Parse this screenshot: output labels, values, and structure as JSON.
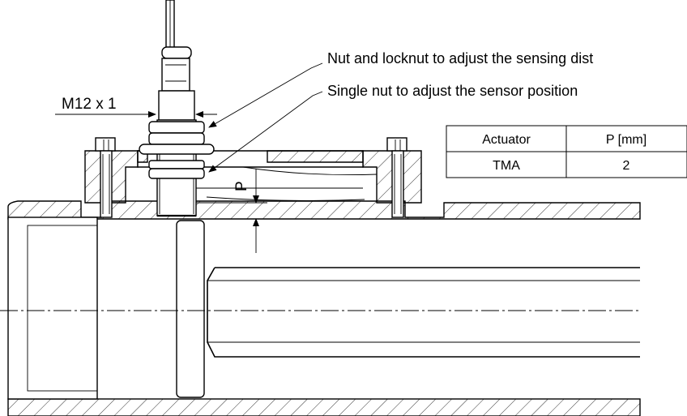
{
  "annotations": {
    "nut_locknut": "Nut and locknut to adjust the sensing dist",
    "single_nut": "Single nut to adjust the sensor position",
    "thread": "M12 x 1",
    "p_dimension": "P"
  },
  "table": {
    "headers": [
      "Actuator",
      "P [mm]"
    ],
    "rows": [
      [
        "TMA",
        "2"
      ]
    ]
  }
}
